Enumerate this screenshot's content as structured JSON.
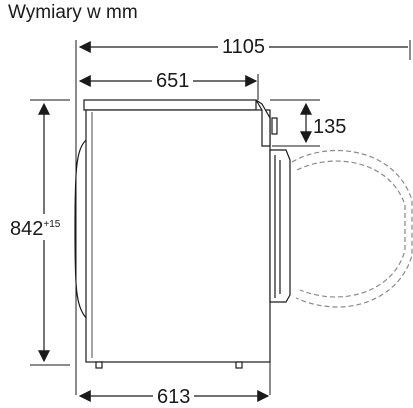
{
  "title": "Wymiary w mm",
  "dimensions": {
    "total_depth_door_open": "1105",
    "depth": "651",
    "door_offset": "135",
    "height": "842",
    "height_tolerance": "+15",
    "base_depth": "613"
  },
  "colors": {
    "line": "#1a1a1a",
    "dashed": "#8a8a8a",
    "machine_fill": "#ffffff"
  }
}
